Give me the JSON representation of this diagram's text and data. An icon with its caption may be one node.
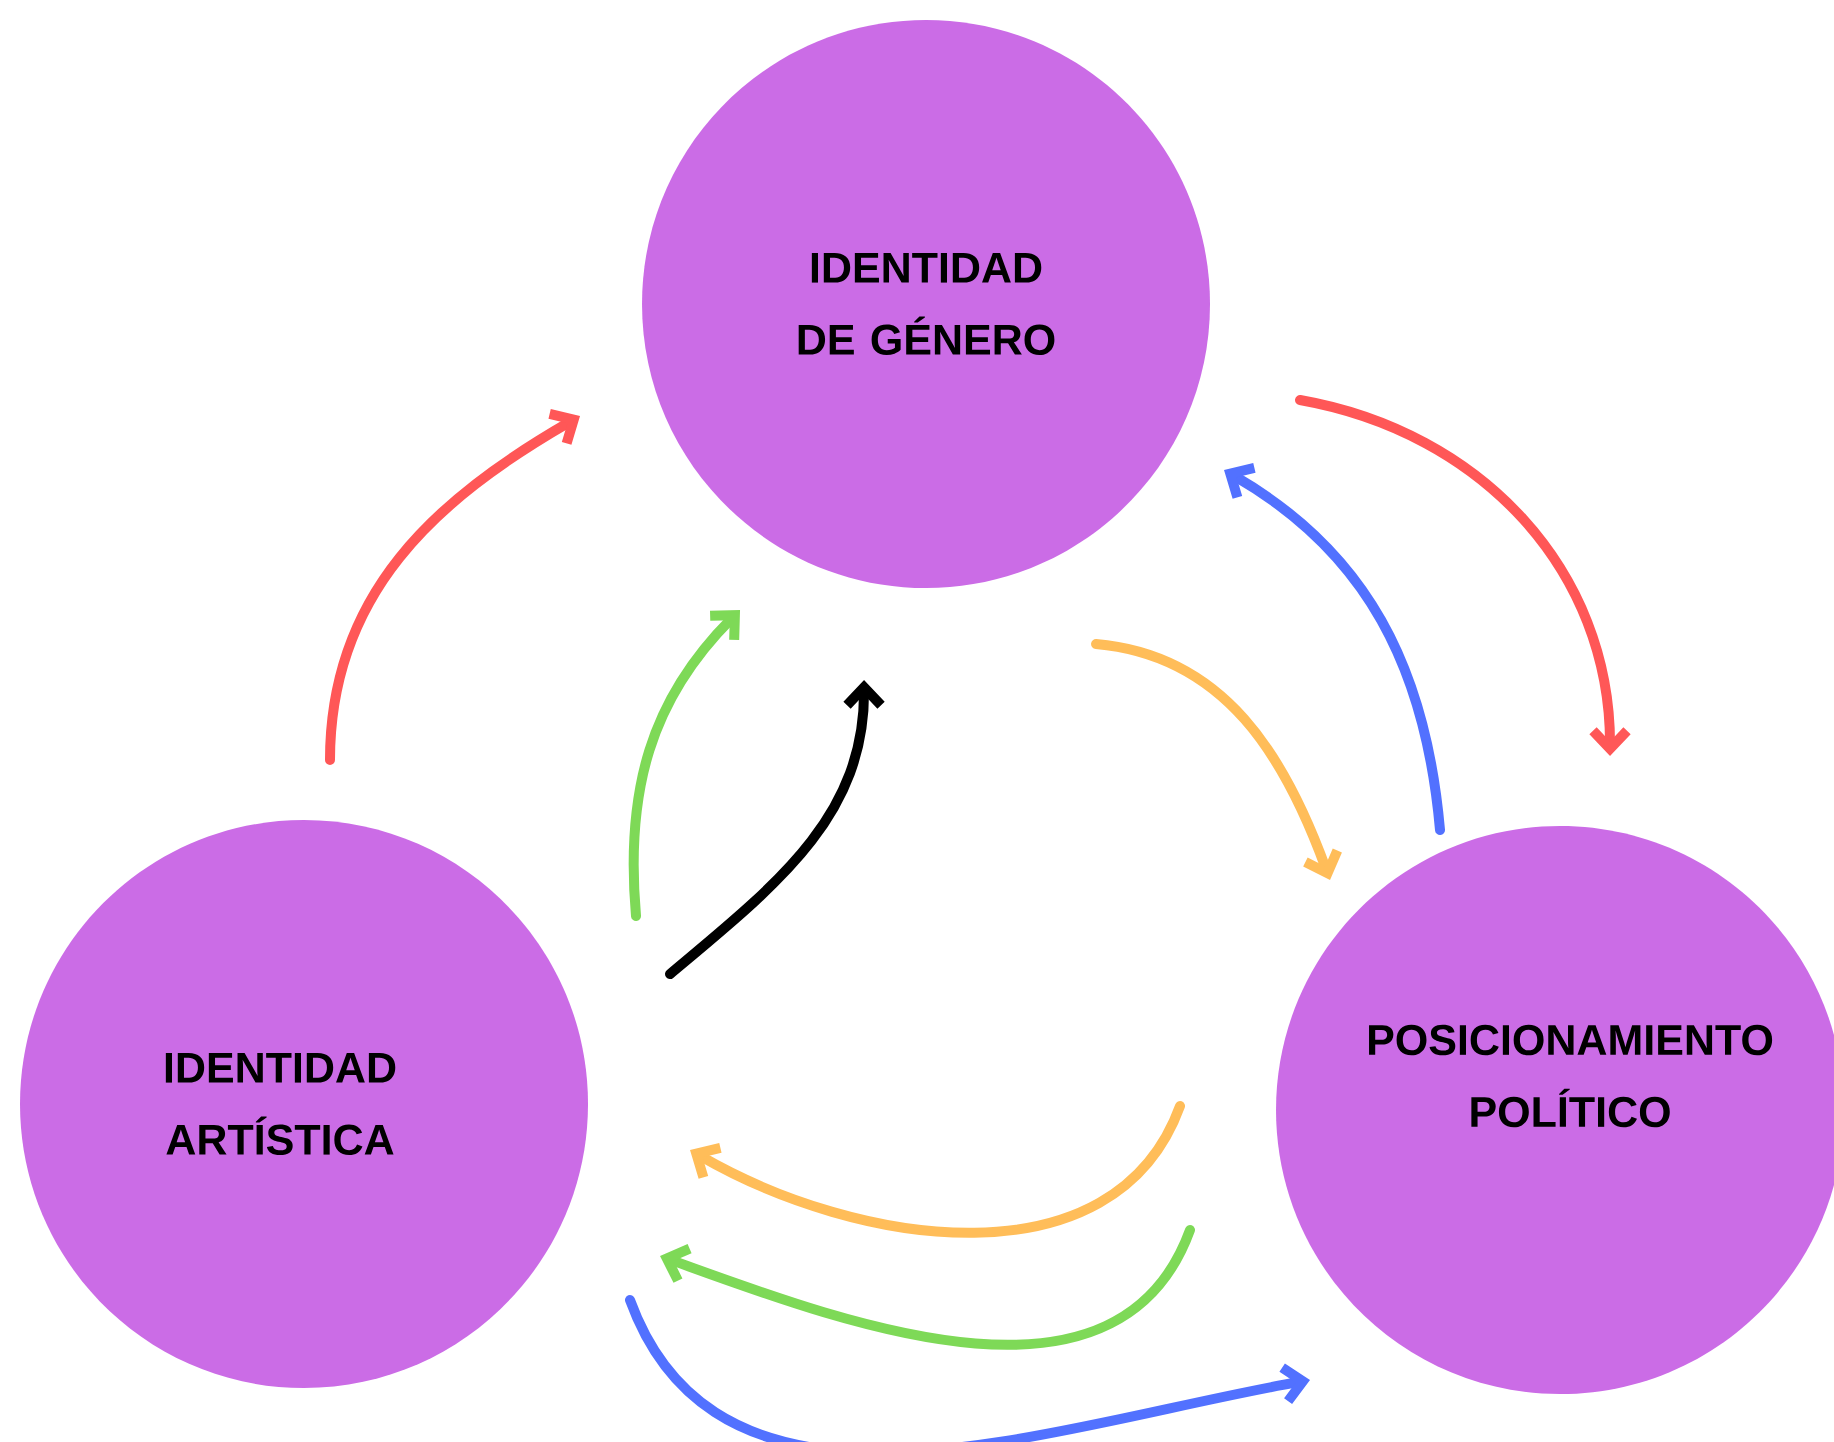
{
  "diagram": {
    "nodes": [
      {
        "text": [
          "IDENTIDAD DE GÉNERO"
        ]
      },
      {
        "text": [
          "IDENTIDAD ARTÍSTICA"
        ]
      },
      {
        "text": [
          "POSICIONAMIENTO POLÍTICO"
        ]
      }
    ],
    "edges": [
      {
        "from": 1,
        "to": 0,
        "arrow": "to",
        "color": "#ff5757"
      },
      {
        "from": 1,
        "to": 0,
        "arrow": "to",
        "color": "#7ed957"
      },
      {
        "from": 1,
        "to": 0,
        "arrow": "to",
        "color": "#000000"
      },
      {
        "from": 0,
        "to": 2,
        "arrow": "to",
        "color": "#ff5757"
      },
      {
        "from": 2,
        "to": 0,
        "arrow": "to",
        "color": "#5271ff"
      },
      {
        "from": 0,
        "to": 2,
        "arrow": "to",
        "color": "#ffbd59"
      },
      {
        "from": 2,
        "to": 1,
        "arrow": "to",
        "color": "#ffbd59"
      },
      {
        "from": 2,
        "to": 1,
        "arrow": "to",
        "color": "#7ed957"
      },
      {
        "from": 1,
        "to": 2,
        "arrow": "to",
        "color": "#5271ff"
      }
    ]
  }
}
